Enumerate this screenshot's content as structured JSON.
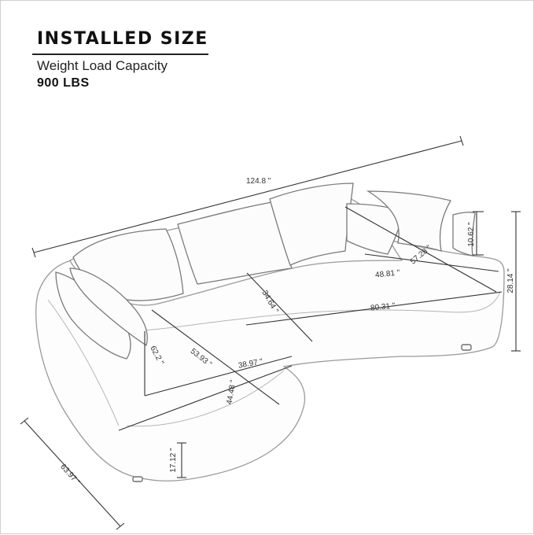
{
  "header": {
    "title": "INSTALLED SIZE",
    "subtitle": "Weight Load Capacity",
    "capacity": "900 LBS"
  },
  "dimensions": {
    "overall_length": "124.8 \"",
    "back_height": "28.14 \"",
    "pillow_height": "10.62 \"",
    "chaise_width": "63.97 \"",
    "seat_height": "17.12 \"",
    "diag_right": "57.28 \"",
    "seat_depth_right": "48.81 \"",
    "seat_width_main": "80.31 \"",
    "inner_depth": "34.64 \"",
    "chaise_diag": "62.2 \"",
    "chaise_length": "53.93 \"",
    "chaise_inner": "38.97 \"",
    "chaise_depth": "44.48 \""
  },
  "colors": {
    "line": "#333333",
    "sofa_outline": "#9a9a9a"
  }
}
